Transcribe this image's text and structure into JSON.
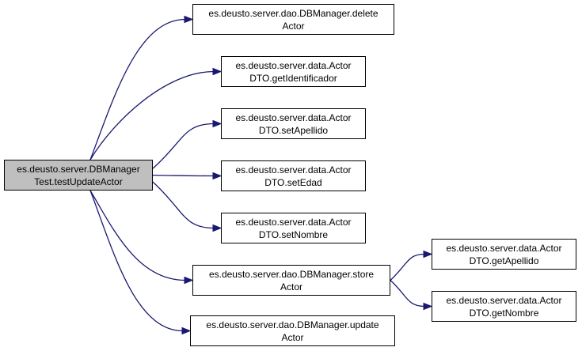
{
  "diagram": {
    "root": {
      "id": "root",
      "lines": [
        "es.deusto.server.DBManager",
        "Test.testUpdateActor"
      ]
    },
    "nodes": [
      {
        "id": "n1",
        "lines": [
          "es.deusto.server.dao.DBManager.delete",
          "Actor"
        ]
      },
      {
        "id": "n2",
        "lines": [
          "es.deusto.server.data.Actor",
          "DTO.getIdentificador"
        ]
      },
      {
        "id": "n3",
        "lines": [
          "es.deusto.server.data.Actor",
          "DTO.setApellido"
        ]
      },
      {
        "id": "n4",
        "lines": [
          "es.deusto.server.data.Actor",
          "DTO.setEdad"
        ]
      },
      {
        "id": "n5",
        "lines": [
          "es.deusto.server.data.Actor",
          "DTO.setNombre"
        ]
      },
      {
        "id": "n6",
        "lines": [
          "es.deusto.server.dao.DBManager.store",
          "Actor"
        ]
      },
      {
        "id": "n7",
        "lines": [
          "es.deusto.server.dao.DBManager.update",
          "Actor"
        ]
      },
      {
        "id": "n8",
        "lines": [
          "es.deusto.server.data.Actor",
          "DTO.getApellido"
        ]
      },
      {
        "id": "n9",
        "lines": [
          "es.deusto.server.data.Actor",
          "DTO.getNombre"
        ]
      }
    ],
    "edges": [
      {
        "from": "root",
        "to": "n1"
      },
      {
        "from": "root",
        "to": "n2"
      },
      {
        "from": "root",
        "to": "n3"
      },
      {
        "from": "root",
        "to": "n4"
      },
      {
        "from": "root",
        "to": "n5"
      },
      {
        "from": "root",
        "to": "n6"
      },
      {
        "from": "root",
        "to": "n7"
      },
      {
        "from": "n6",
        "to": "n8"
      },
      {
        "from": "n6",
        "to": "n9"
      }
    ],
    "colors": {
      "edge": "#191970",
      "root_fill": "#bfbfbf",
      "node_fill": "#ffffff",
      "border": "#000000"
    }
  }
}
